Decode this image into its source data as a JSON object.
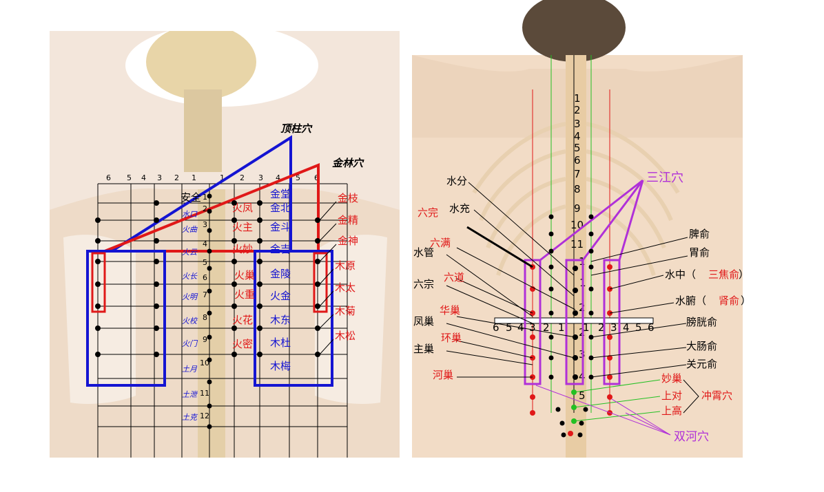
{
  "left": {
    "title_dingzhu": "顶柱穴",
    "title_jinlin": "金林穴",
    "col_numbers_left": [
      "6",
      "5",
      "4",
      "3",
      "2",
      "1"
    ],
    "col_numbers_right": [
      "1",
      "2",
      "3",
      "4",
      "5",
      "6"
    ],
    "spine_numbers": [
      "1",
      "2",
      "3",
      "4",
      "5",
      "6",
      "7",
      "8",
      "9",
      "10",
      "11",
      "12"
    ],
    "anquan": "安全",
    "left_spine_labels": [
      "水口",
      "火曲",
      "火云",
      "火长",
      "火明",
      "火校",
      "火门",
      "土月",
      "土泄",
      "土克"
    ],
    "fire_labels": [
      "火凤",
      "火主",
      "火妙",
      "火巢",
      "火重",
      "火花",
      "火密"
    ],
    "blue_labels": [
      "金堂",
      "金北",
      "金斗",
      "金吉",
      "金陵",
      "火金",
      "木东",
      "木杜",
      "木梅"
    ],
    "red_labels": [
      "金枝",
      "金精",
      "金神",
      "木原",
      "木太",
      "木菊",
      "木松"
    ]
  },
  "right": {
    "spine_numbers_upper": [
      "1",
      "2",
      "3",
      "4",
      "5",
      "6",
      "7",
      "8",
      "9",
      "10",
      "11"
    ],
    "spine_numbers_lumbar": [
      "1",
      "2",
      "1",
      "2",
      "3",
      "4",
      "5"
    ],
    "sanjiang": "三江穴",
    "shuanghe": "双河穴",
    "left_black": [
      "水分",
      "水充",
      "水管",
      "六宗",
      "凤巢",
      "主巢"
    ],
    "left_red": [
      "六完",
      "六满",
      "六道",
      "华巢",
      "环巢",
      "河巢"
    ],
    "right_labels": [
      "脾俞",
      "胃俞",
      "水中（",
      "三焦俞",
      "）",
      "水腑（",
      "肾俞",
      "）",
      "膀胱俞",
      "大肠俞",
      "关元俞"
    ],
    "right_red": [
      "妙巢",
      "上对",
      "上高",
      "冲霄穴"
    ],
    "scale": [
      "6",
      "5",
      "4",
      "3",
      "2",
      "1",
      "1",
      "2",
      "3",
      "4",
      "5",
      "6"
    ]
  },
  "colors": {
    "blue": "#1414d2",
    "red": "#e01818",
    "purple": "#b030d8",
    "green": "#22c022",
    "black": "#000000"
  },
  "icons": [
    "back-photo-left",
    "back-photo-right"
  ]
}
